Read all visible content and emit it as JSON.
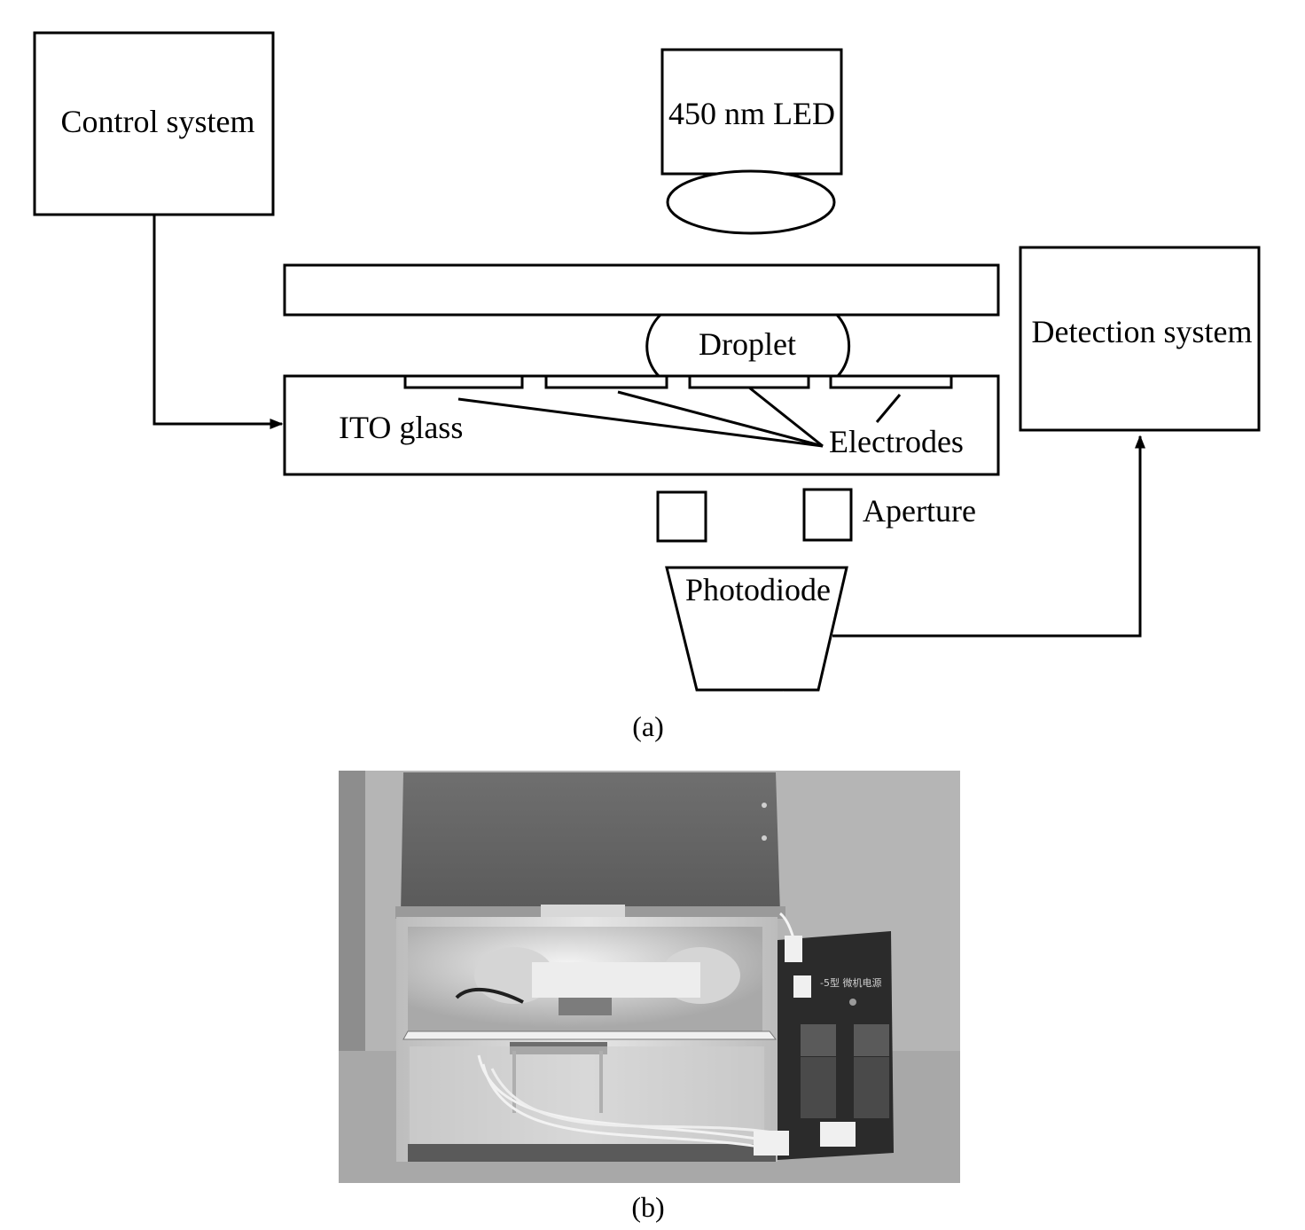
{
  "diagram": {
    "control_system": "Control system",
    "led": "450 nm LED",
    "detection_system": "Detection system",
    "droplet": "Droplet",
    "ito_glass": "ITO glass",
    "electrodes": "Electrodes",
    "aperture": "Aperture",
    "photodiode": "Photodiode"
  },
  "captions": {
    "a": "(a)",
    "b": "(b)"
  },
  "photo": {
    "description_hidden": "",
    "panel_text": "-5型 微机电源"
  }
}
